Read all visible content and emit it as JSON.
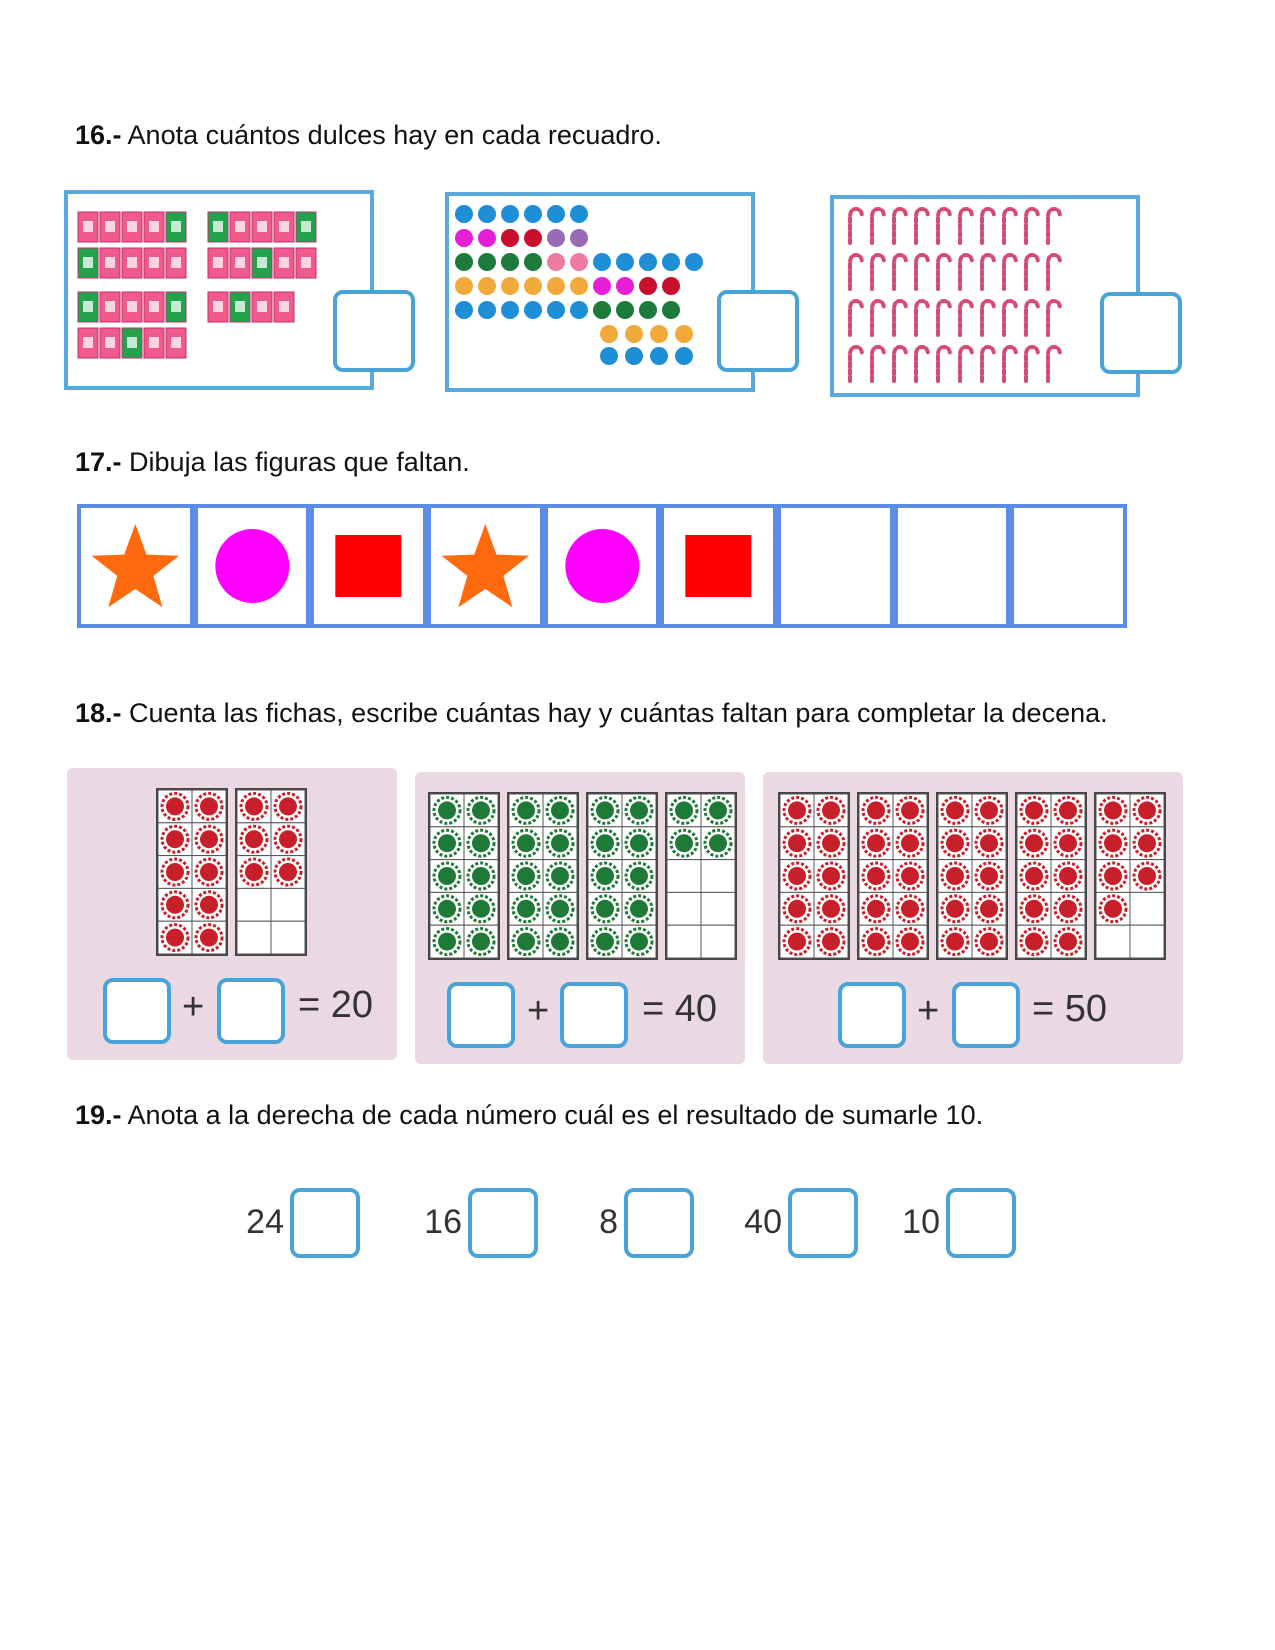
{
  "q16": {
    "number": "16.-",
    "text": "Anota cuántos dulces hay en cada recuadro."
  },
  "q17": {
    "number": "17.-",
    "text": "Dibuja las figuras que faltan.",
    "sequence": [
      "star",
      "circle",
      "square",
      "star",
      "circle",
      "square",
      "blank",
      "blank",
      "blank"
    ]
  },
  "q18": {
    "number": "18.-",
    "text": "Cuenta las fichas, escribe cuántas hay y cuántas faltan para completar la decena.",
    "groups": [
      {
        "chips": 16,
        "total": "= 20",
        "color": "red"
      },
      {
        "chips": 34,
        "total": "= 40",
        "color": "green"
      },
      {
        "chips": 47,
        "total": "= 50",
        "color": "red"
      }
    ],
    "plus": "+"
  },
  "q19": {
    "number": "19.-",
    "text": "Anota a la derecha de cada número cuál es el resultado de sumarle 10.",
    "numbers": [
      "24",
      "16",
      "8",
      "40",
      "10"
    ]
  },
  "colors": {
    "box_border": "#5aa9dc",
    "panel": "#ead9e3",
    "star": "#ff6a0e",
    "circle": "#ff00ff",
    "square": "#ff0000"
  }
}
